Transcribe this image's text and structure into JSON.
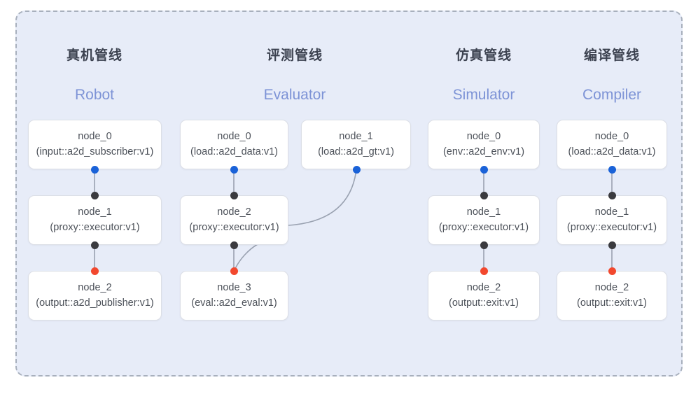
{
  "diagram": {
    "background_color": "#e7ecf8",
    "border_style": "dashed",
    "border_color": "#a8b0bd",
    "edge_color": "#9aa2b1",
    "port_colors": {
      "input": "#1a62d8",
      "relay": "#3b3b3f",
      "output": "#f2482e"
    }
  },
  "columns": [
    {
      "title": "真机管线",
      "subtitle": "Robot",
      "nodes": [
        {
          "name": "node_0",
          "kind": "(input::a2d_subscriber:v1)"
        },
        {
          "name": "node_1",
          "kind": "(proxy::executor:v1)"
        },
        {
          "name": "node_2",
          "kind": "(output::a2d_publisher:v1)"
        }
      ]
    },
    {
      "title": "评测管线",
      "subtitle": "Evaluator",
      "nodes": [
        {
          "name": "node_0",
          "kind": "(load::a2d_data:v1)"
        },
        {
          "name": "node_1",
          "kind": "(load::a2d_gt:v1)"
        },
        {
          "name": "node_2",
          "kind": "(proxy::executor:v1)"
        },
        {
          "name": "node_3",
          "kind": "(eval::a2d_eval:v1)"
        }
      ]
    },
    {
      "title": "仿真管线",
      "subtitle": "Simulator",
      "nodes": [
        {
          "name": "node_0",
          "kind": "(env::a2d_env:v1)"
        },
        {
          "name": "node_1",
          "kind": "(proxy::executor:v1)"
        },
        {
          "name": "node_2",
          "kind": "(output::exit:v1)"
        }
      ]
    },
    {
      "title": "编译管线",
      "subtitle": "Compiler",
      "nodes": [
        {
          "name": "node_0",
          "kind": "(load::a2d_data:v1)"
        },
        {
          "name": "node_1",
          "kind": "(proxy::executor:v1)"
        },
        {
          "name": "node_2",
          "kind": "(output::exit:v1)"
        }
      ]
    }
  ]
}
